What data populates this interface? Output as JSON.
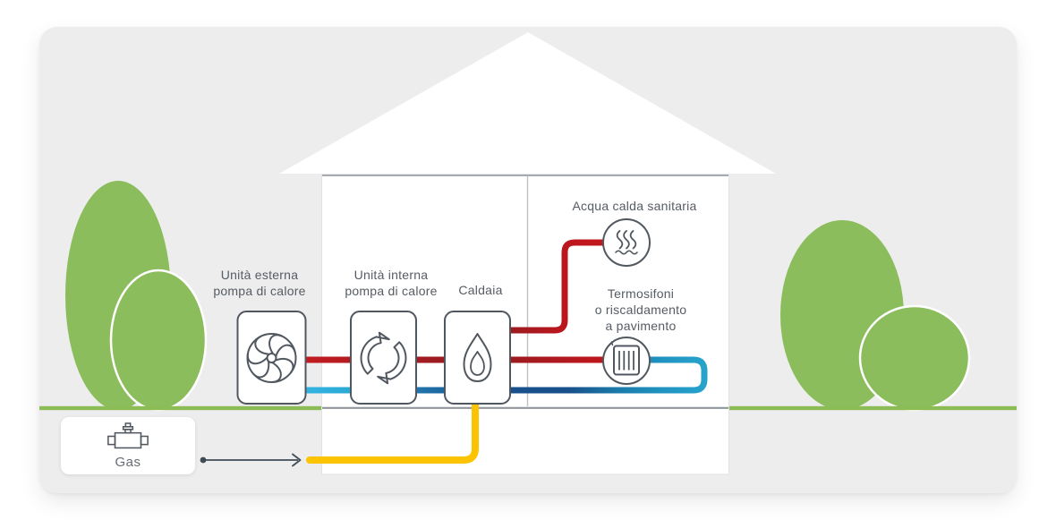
{
  "diagram": {
    "type": "hybrid-heating-system-schematic",
    "labels": {
      "outdoor_unit": "Unità esterna\npompa di calore",
      "indoor_unit": "Unità interna\npompa di calore",
      "boiler": "Caldaia",
      "hot_water": "Acqua calda sanitaria",
      "heating": "Termosifoni\no riscaldamento\na pavimento",
      "gas": "Gas"
    },
    "icons": {
      "outdoor_unit": "fan-icon",
      "indoor_unit": "cycle-arrows-icon",
      "boiler": "flame-icon",
      "hot_water": "steam-icon",
      "heating": "radiator-icon",
      "gas": "gas-valve-icon"
    },
    "colors": {
      "card_background": "#ededee",
      "house": "#ffffff",
      "greenery": "#8cbd5c",
      "ground_line": "#8bbc56",
      "outline": "#50575f",
      "text": "#565c63",
      "pipe_hot_bright": "#c2161c",
      "pipe_hot_dark": "#9c1b20",
      "pipe_cold_bright": "#2fb1dd",
      "pipe_cold_dark": "#164e86",
      "pipe_gas": "#fcc400",
      "arrow": "#3f4b57"
    }
  }
}
